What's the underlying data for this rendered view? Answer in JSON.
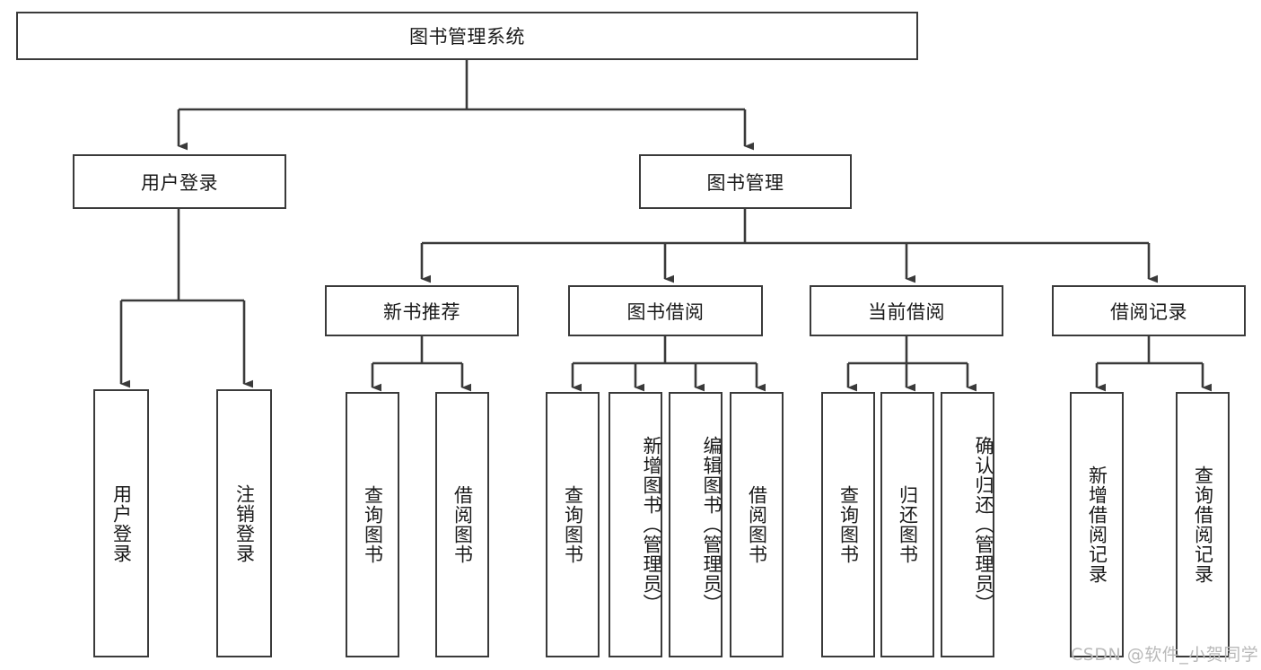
{
  "diagram": {
    "type": "hierarchy-tree",
    "title": "图书管理系统",
    "root": {
      "label": "图书管理系统"
    },
    "level2": [
      {
        "label": "用户登录"
      },
      {
        "label": "图书管理"
      }
    ],
    "level3": [
      {
        "label": "新书推荐"
      },
      {
        "label": "图书借阅"
      },
      {
        "label": "当前借阅"
      },
      {
        "label": "借阅记录"
      }
    ],
    "leaves": {
      "user_login": [
        {
          "label": "用户登录"
        },
        {
          "label": "注销登录"
        }
      ],
      "new_book_recommend": [
        {
          "label": "查询图书"
        },
        {
          "label": "借阅图书"
        }
      ],
      "book_borrow": [
        {
          "label": "查询图书"
        },
        {
          "label": "新增图书（管理员）"
        },
        {
          "label": "编辑图书（管理员）"
        },
        {
          "label": "借阅图书"
        }
      ],
      "current_borrow": [
        {
          "label": "查询图书"
        },
        {
          "label": "归还图书"
        },
        {
          "label": "确认归还（管理员）"
        }
      ],
      "borrow_records": [
        {
          "label": "新增借阅记录"
        },
        {
          "label": "查询借阅记录"
        }
      ]
    }
  },
  "watermark": {
    "text": "CSDN @软件_小贺同学"
  },
  "colors": {
    "background": "#ffffff",
    "box_border": "#3a3a3a",
    "box_fill": "#ffffff",
    "text": "#1a1a1a",
    "connector": "#3a3a3a",
    "watermark": "#b9b9b9"
  }
}
